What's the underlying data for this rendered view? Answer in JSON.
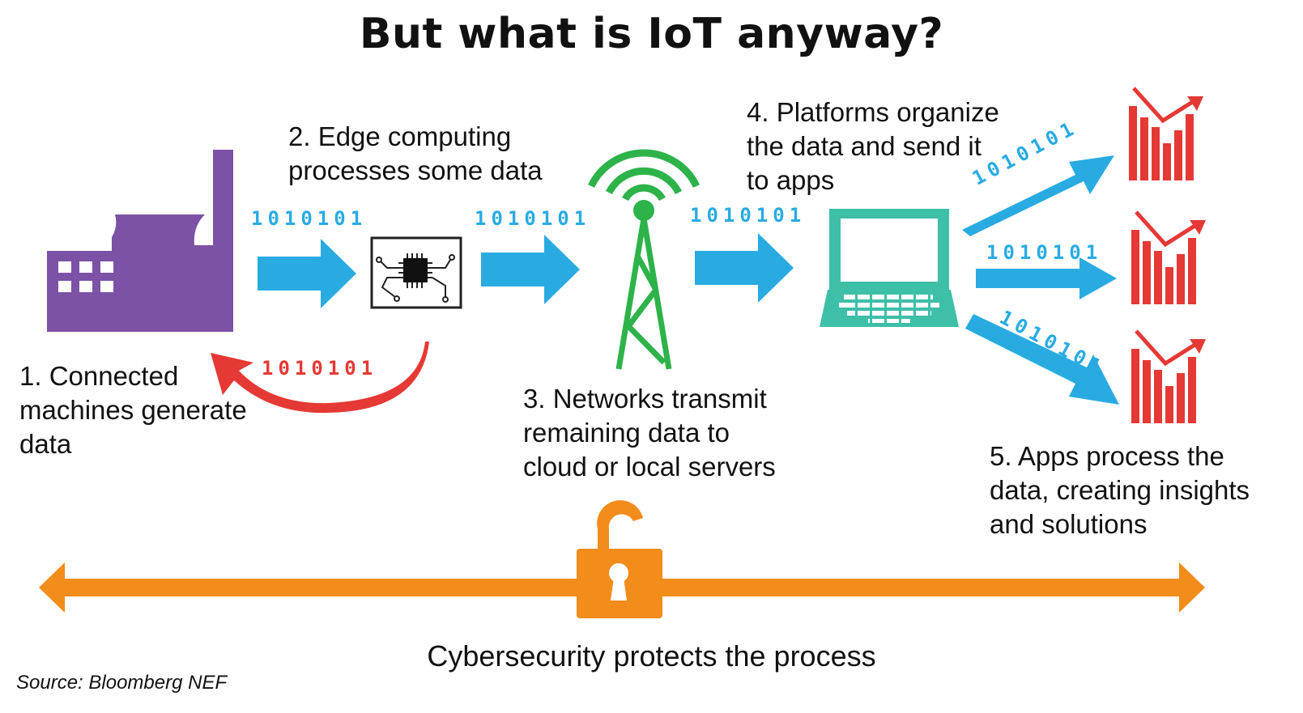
{
  "title": "But what is IoT anyway?",
  "steps": {
    "s1": "1. Connected\nmachines generate\ndata",
    "s2": "2. Edge computing\nprocesses some data",
    "s3": "3. Networks transmit\nremaining data to\ncloud or local servers",
    "s4": "4. Platforms organize\nthe data and send it\nto apps",
    "s5": "5. Apps process the\ndata, creating insights\nand solutions"
  },
  "binary": {
    "b1": "1010101",
    "b2": "1010101",
    "b3": "1010101",
    "b4": "1010101",
    "b5": "1010101",
    "b6": "1010101",
    "b_return": "1010101"
  },
  "security_label": "Cybersecurity protects the process",
  "source": "Source: Bloomberg NEF",
  "colors": {
    "factory": "#7b52a6",
    "flow_arrow": "#29abe2",
    "return_arrow": "#e53935",
    "tower": "#2db34a",
    "laptop": "#3dbfa8",
    "apps": "#e53935",
    "security": "#f28c1a"
  },
  "icons": [
    "factory-icon",
    "chip-icon",
    "tower-icon",
    "laptop-icon",
    "app-chart-icon",
    "padlock-icon"
  ]
}
